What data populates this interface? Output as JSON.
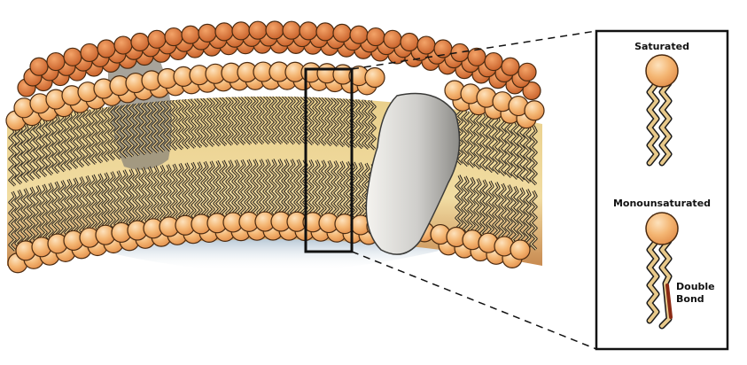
{
  "labels": {
    "saturated": "Saturated",
    "monounsaturated": "Monounsaturated",
    "double_bond_line1": "Double",
    "double_bond_line2": "Bond"
  },
  "colors": {
    "head_light": "#f7c183",
    "head_mid": "#f0a560",
    "head_dark": "#d8743a",
    "head_stroke": "#4a2a10",
    "tail_fill": "#e8c98a",
    "tail_stroke": "#1a1a1a",
    "double_bond": "#8b2a14",
    "protein_light": "#ececea",
    "protein_dark": "#8f8f8c",
    "inner_shadow": "#b8c8d8"
  }
}
